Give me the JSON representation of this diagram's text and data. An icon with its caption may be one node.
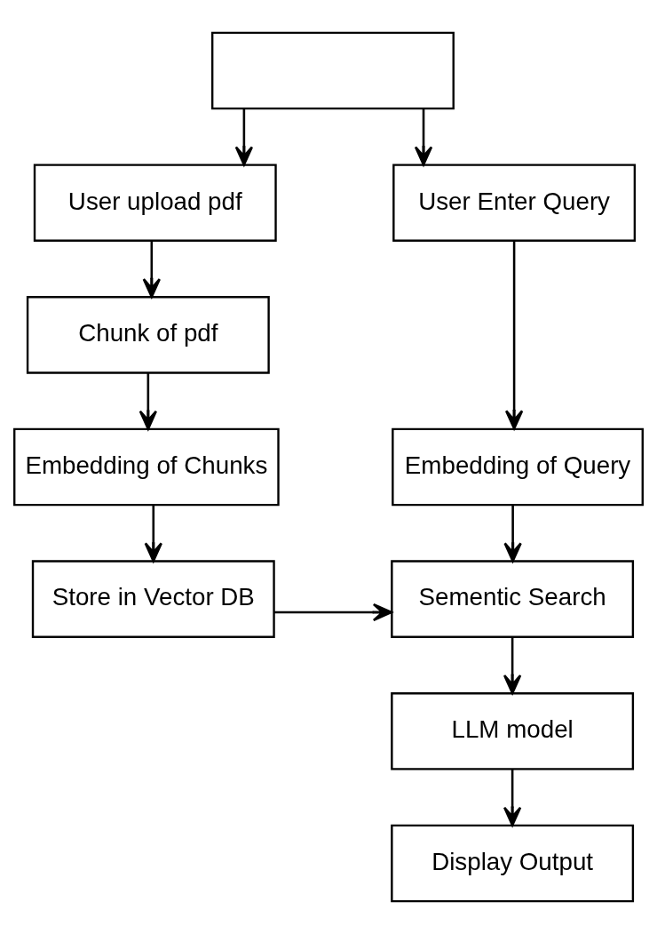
{
  "diagram": {
    "nodes": [
      {
        "text": [],
        "shape": "box"
      },
      {
        "text": [
          "User Enter Query"
        ]
      },
      {
        "text": [
          "User upload pdf"
        ]
      },
      {
        "text": [
          "Embedding of Query"
        ]
      },
      {
        "text": [
          "Chunk of pdf"
        ]
      },
      {
        "text": [
          "Embedding of Chunks"
        ]
      },
      {
        "text": [
          "Sementic Search"
        ]
      },
      {
        "text": [
          "Store in Vector DB"
        ]
      },
      {
        "text": [
          "LLM model"
        ]
      },
      {
        "text": [
          "Display Output"
        ]
      }
    ],
    "edges": [
      {
        "from": 0,
        "to": 1,
        "arrow": "to"
      },
      {
        "from": 0,
        "to": 2,
        "arrow": "to"
      },
      {
        "from": 1,
        "to": 3,
        "arrow": "to"
      },
      {
        "from": 2,
        "to": 4,
        "arrow": "to"
      },
      {
        "from": 4,
        "to": 5,
        "arrow": "to"
      },
      {
        "from": 5,
        "to": 7,
        "arrow": "to"
      },
      {
        "from": 3,
        "to": 6,
        "arrow": "to"
      },
      {
        "from": 7,
        "to": 6,
        "arrow": "to"
      },
      {
        "from": 6,
        "to": 8,
        "arrow": "to"
      },
      {
        "from": 8,
        "to": 9,
        "arrow": "to"
      }
    ]
  }
}
